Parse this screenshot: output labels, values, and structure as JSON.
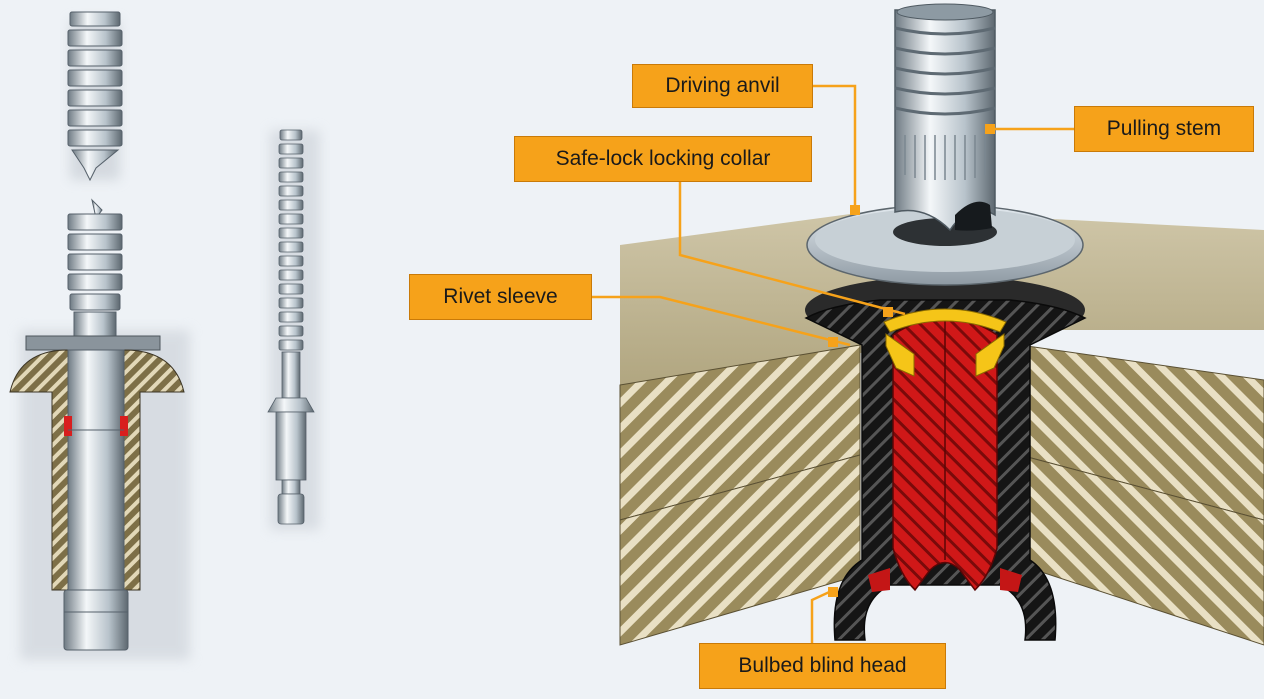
{
  "labels": {
    "driving_anvil": "Driving anvil",
    "pulling_stem": "Pulling stem",
    "safe_lock_collar": "Safe-lock locking collar",
    "rivet_sleeve": "Rivet sleeve",
    "bulbed_blind_head": "Bulbed blind head"
  },
  "colors": {
    "background": "#eef2f6",
    "callout": "#f6a21a",
    "sleeve": "#1e1e1e",
    "stem_core": "#d81e1e",
    "locking_collar": "#f5c518",
    "material": "#8b7d52",
    "steel": "#a9b6c0"
  },
  "icons": [
    "rivet-stem-icon",
    "installed-rivet-icon",
    "rivet-cutaway-icon"
  ]
}
